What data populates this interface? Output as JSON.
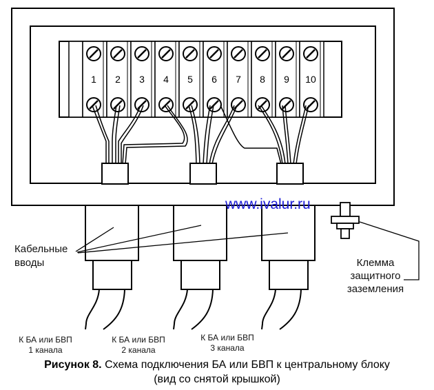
{
  "terminals": [
    "1",
    "2",
    "3",
    "4",
    "5",
    "6",
    "7",
    "8",
    "9",
    "10"
  ],
  "watermark": "www.ivalur.ru",
  "labels": {
    "cable_entries_line1": "Кабельные",
    "cable_entries_line2": "вводы",
    "ground_line1": "Клемма",
    "ground_line2": "защитного",
    "ground_line3": "заземления",
    "channel1_line1": "К БА или БВП",
    "channel1_line2": "1 канала",
    "channel2_line1": "К БА или БВП",
    "channel2_line2": "2 канала",
    "channel3_line1": "К БА или БВП",
    "channel3_line2": "3 канала"
  },
  "caption": {
    "bold": "Рисунок 8.",
    "text": " Схема подключения БА или БВП к центральному блоку",
    "line2": "(вид со снятой крышкой)"
  }
}
